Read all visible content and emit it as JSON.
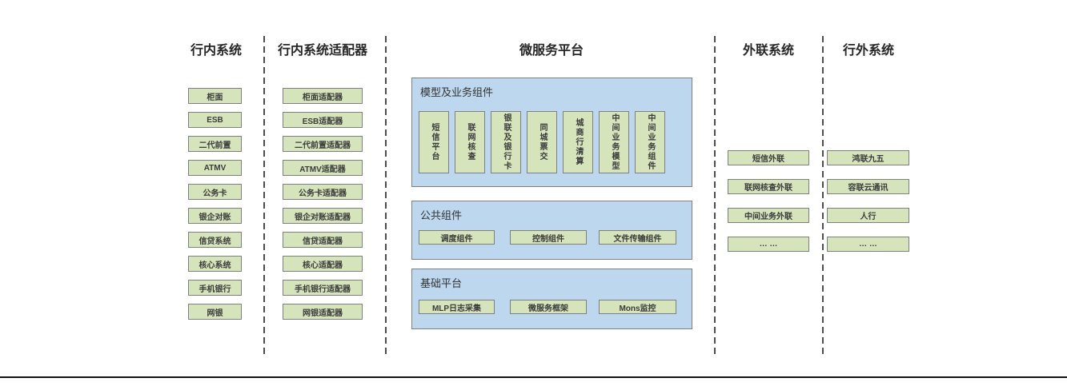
{
  "columns": {
    "internal": {
      "title": "行内系统",
      "items": [
        "柜面",
        "ESB",
        "二代前置",
        "ATMV",
        "公务卡",
        "银企对账",
        "信贷系统",
        "核心系统",
        "手机银行",
        "网银"
      ]
    },
    "adapters": {
      "title": "行内系统适配器",
      "items": [
        "柜面适配器",
        "ESB适配器",
        "二代前置适配器",
        "ATMV适配器",
        "公务卡适配器",
        "银企对账适配器",
        "信贷适配器",
        "核心适配器",
        "手机银行适配器",
        "网银适配器"
      ]
    },
    "platform": {
      "title": "微服务平台",
      "panels": {
        "model": {
          "title": "模型及业务组件",
          "items": [
            "短信平台",
            "联网核查",
            "银联及银行卡",
            "同城票交",
            "城商行清算",
            "中间业务模型",
            "中间业务组件"
          ]
        },
        "common": {
          "title": "公共组件",
          "items": [
            "调度组件",
            "控制组件",
            "文件传输组件"
          ]
        },
        "base": {
          "title": "基础平台",
          "items": [
            "MLP日志采集",
            "微服务框架",
            "Mons监控"
          ]
        }
      }
    },
    "external_link": {
      "title": "外联系统",
      "items": [
        "短信外联",
        "联网核查外联",
        "中间业务外联",
        "… …"
      ]
    },
    "external": {
      "title": "行外系统",
      "items": [
        "鸿联九五",
        "容联云通讯",
        "人行",
        "… …"
      ]
    }
  },
  "colors": {
    "box_green": "#d6e4bc",
    "panel_blue": "#bdd7ee",
    "border_gray": "#7f7f7f",
    "separator": "#4d4d4d",
    "bottom_rule": "#121212"
  }
}
